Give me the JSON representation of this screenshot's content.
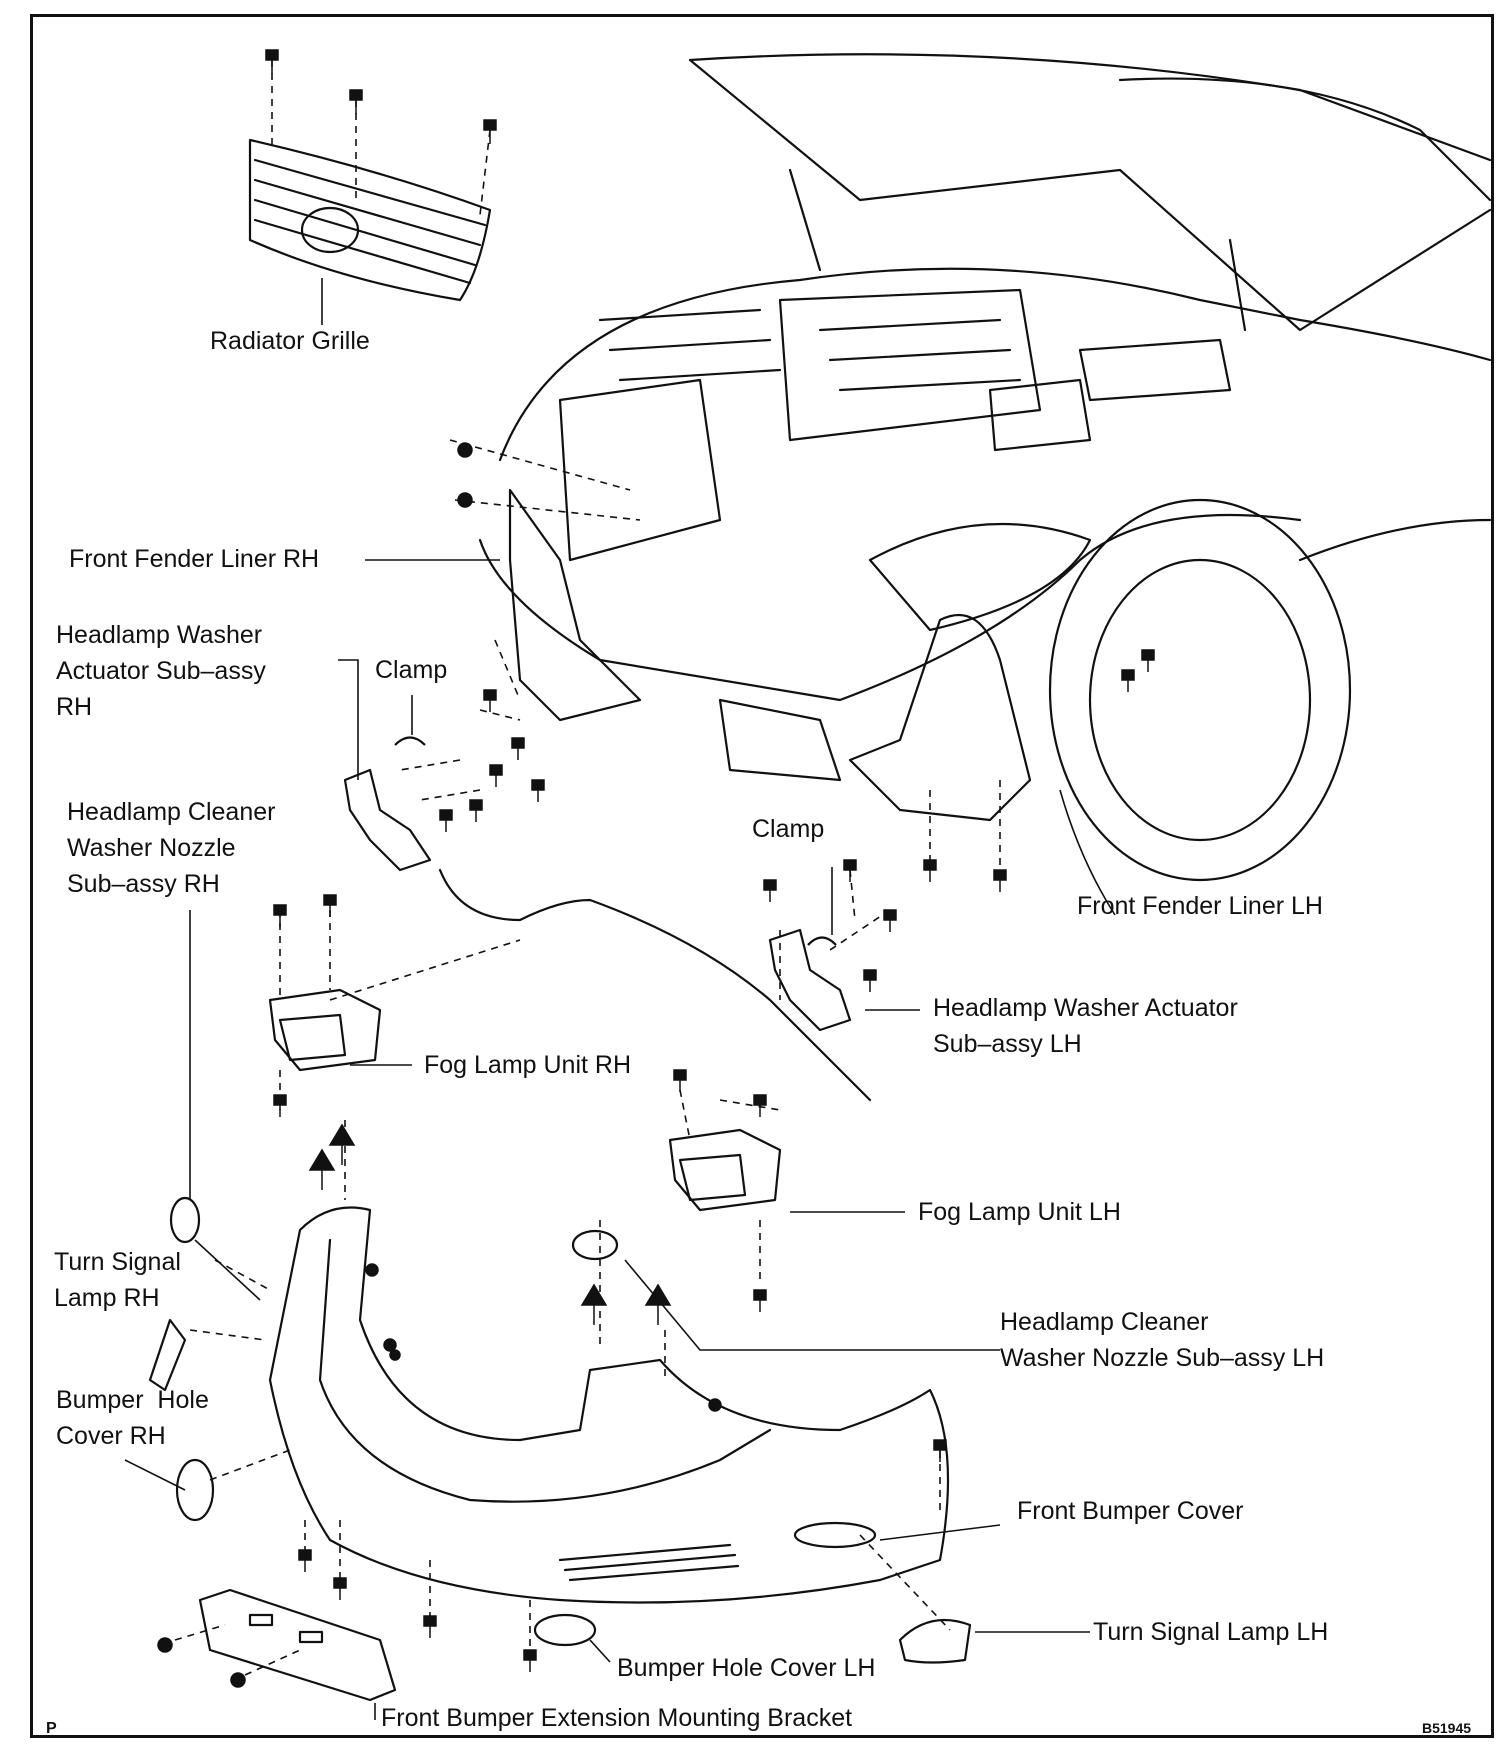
{
  "labels": {
    "radiator_grille": "Radiator Grille",
    "front_fender_liner_rh": "Front Fender Liner RH",
    "headlamp_washer_actuator_rh": [
      "Headlamp Washer",
      "Actuator Sub–assy",
      "RH"
    ],
    "clamp_rh": "Clamp",
    "headlamp_cleaner_nozzle_rh": [
      "Headlamp Cleaner",
      "Washer Nozzle",
      "Sub–assy RH"
    ],
    "clamp_lh": "Clamp",
    "front_fender_liner_lh": "Front Fender Liner LH",
    "headlamp_washer_actuator_lh": [
      "Headlamp Washer Actuator",
      "Sub–assy LH"
    ],
    "fog_lamp_rh": "Fog Lamp Unit RH",
    "fog_lamp_lh": "Fog Lamp Unit LH",
    "turn_signal_rh": [
      "Turn Signal",
      "Lamp RH"
    ],
    "headlamp_cleaner_nozzle_lh": [
      "Headlamp Cleaner",
      "Washer Nozzle Sub–assy LH"
    ],
    "bumper_hole_cover_rh": [
      "Bumper  Hole",
      "Cover RH"
    ],
    "front_bumper_cover": "Front Bumper Cover",
    "turn_signal_lh": "Turn Signal Lamp LH",
    "bumper_hole_cover_lh": "Bumper Hole Cover LH",
    "bumper_extension_bracket": "Front Bumper Extension Mounting Bracket"
  },
  "corner_marks": {
    "page_letter": "P",
    "figure_code": "B51945"
  }
}
